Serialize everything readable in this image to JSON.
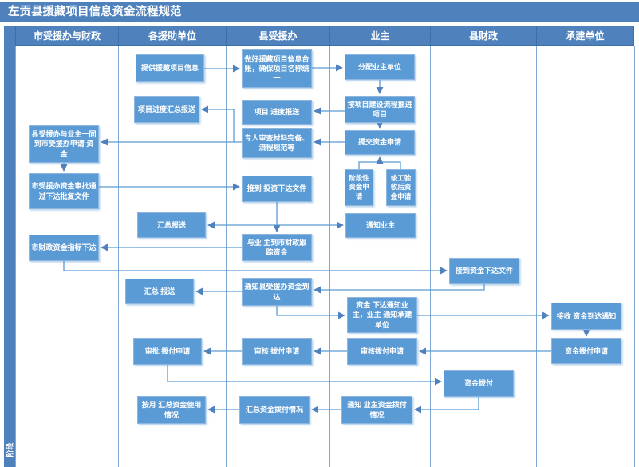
{
  "title": "左贡县援藏项目信息资金流程规范",
  "stage_label": "阶段",
  "lanes": [
    {
      "label": "市受援办与财政"
    },
    {
      "label": "各援助单位"
    },
    {
      "label": "县受援办"
    },
    {
      "label": "业主"
    },
    {
      "label": "县财政"
    },
    {
      "label": "承建单位"
    }
  ],
  "colors": {
    "band_blue": "#4f81bd",
    "node_fill": "#5b9bd5",
    "node_border": "#8fb6de",
    "connector": "#5b9bd5",
    "lane_line": "#7fa8d4",
    "text": "#ffffff"
  },
  "nodes": {
    "n1": {
      "label": "提供援藏项目信息",
      "lane": "各援助单位"
    },
    "n2": {
      "label": "做好援藏项目信息台账，确保项目名称统一",
      "lane": "县受援办"
    },
    "n3": {
      "label": "分配业主单位",
      "lane": "业主"
    },
    "n4": {
      "label": "项目进度汇总报送",
      "lane": "各援助单位"
    },
    "n5": {
      "label": "项目 进度报送",
      "lane": "县受援办"
    },
    "n6": {
      "label": "按项目建设流程推进 项目",
      "lane": "业主"
    },
    "n7": {
      "label": "专人审查材料完备、流程规范等",
      "lane": "县受援办"
    },
    "n8": {
      "label": "县受援办与业主一同到市受援办申请 资金",
      "lane": "市受援办与财政"
    },
    "n9": {
      "label": "提交资金申请",
      "lane": "业主"
    },
    "n10": {
      "label": "阶段性资金申请",
      "lane": "业主"
    },
    "n11": {
      "label": "竣工验收后资金申请",
      "lane": "业主"
    },
    "n12": {
      "label": "市受援办资金审批通过下达批复文件",
      "lane": "市受援办与财政"
    },
    "n13": {
      "label": "接到 投资下达文件",
      "lane": "县受援办"
    },
    "n14": {
      "label": "汇总报送",
      "lane": "各援助单位"
    },
    "n15": {
      "label": "市财政资金指标下达",
      "lane": "市受援办与财政"
    },
    "n16": {
      "label": "与业 主到市财政跟踪资金",
      "lane": "县受援办"
    },
    "n17": {
      "label": "通知业主",
      "lane": "业主"
    },
    "n18": {
      "label": "接到资金下达文件",
      "lane": "县财政"
    },
    "n19": {
      "label": "汇总 报送",
      "lane": "各援助单位"
    },
    "n20": {
      "label": "通知县受援办资金到达",
      "lane": "县受援办"
    },
    "n21": {
      "label": "资金 下达通知业主，业主 通知承建单位",
      "lane": "业主"
    },
    "n22": {
      "label": "接收 资金到达通知",
      "lane": "承建单位"
    },
    "n23": {
      "label": "资金拨付申请",
      "lane": "承建单位"
    },
    "n24": {
      "label": "审批 拨付申请",
      "lane": "各援助单位"
    },
    "n25": {
      "label": "审核 拨付申请",
      "lane": "县受援办"
    },
    "n26": {
      "label": "审核拨付申请",
      "lane": "业主"
    },
    "n27": {
      "label": "资金拨付",
      "lane": "县财政"
    },
    "n28": {
      "label": "按月 汇总资金使用情况",
      "lane": "各援助单位"
    },
    "n29": {
      "label": "汇总资金拨付情况",
      "lane": "县受援办"
    },
    "n30": {
      "label": "通知 业主资金拨付情况",
      "lane": "业主"
    }
  },
  "edges": [
    {
      "from": "n1",
      "to": "n2"
    },
    {
      "from": "n2",
      "to": "n3"
    },
    {
      "from": "n3",
      "to": "n6"
    },
    {
      "from": "n6",
      "to": "n5"
    },
    {
      "from": "n5",
      "to": "n4"
    },
    {
      "from": "n6",
      "to": "n9"
    },
    {
      "from": "n9",
      "to": "n7"
    },
    {
      "from": "n7",
      "to": "n8"
    },
    {
      "from": "n7",
      "to": "n4"
    },
    {
      "from": "n10",
      "to": "n9"
    },
    {
      "from": "n11",
      "to": "n9"
    },
    {
      "from": "n8",
      "to": "n12"
    },
    {
      "from": "n12",
      "to": "n13"
    },
    {
      "from": "n13",
      "to": "n16"
    },
    {
      "from": "n13",
      "to": "n14"
    },
    {
      "from": "n13",
      "to": "n17"
    },
    {
      "from": "n16",
      "to": "n15"
    },
    {
      "from": "n15",
      "to": "n18"
    },
    {
      "from": "n18",
      "to": "n20"
    },
    {
      "from": "n20",
      "to": "n19"
    },
    {
      "from": "n20",
      "to": "n21"
    },
    {
      "from": "n21",
      "to": "n22"
    },
    {
      "from": "n22",
      "to": "n23"
    },
    {
      "from": "n23",
      "to": "n26"
    },
    {
      "from": "n26",
      "to": "n25"
    },
    {
      "from": "n25",
      "to": "n24"
    },
    {
      "from": "n24",
      "to": "n27"
    },
    {
      "from": "n27",
      "to": "n30"
    },
    {
      "from": "n30",
      "to": "n29"
    },
    {
      "from": "n29",
      "to": "n28"
    }
  ]
}
